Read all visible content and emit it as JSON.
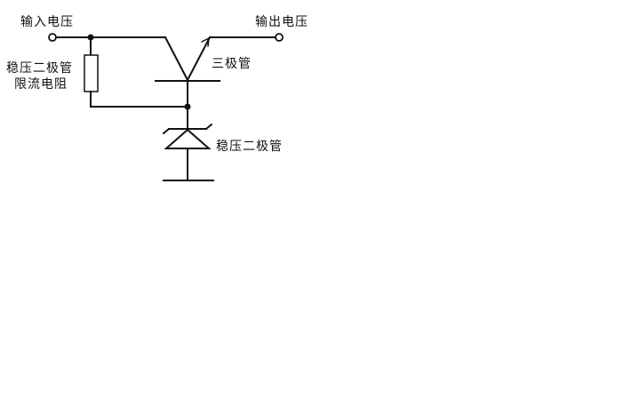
{
  "diagram": {
    "type": "circuit",
    "title": "",
    "colors": {
      "stroke": "#111111",
      "background": "#ffffff"
    },
    "labels": {
      "input_voltage": "输入电压",
      "output_voltage": "输出电压",
      "resistor_line1": "稳压二极管",
      "resistor_line2": "限流电阻",
      "transistor": "三极管",
      "zener": "稳压二极管"
    },
    "components": [
      {
        "id": "input-terminal",
        "kind": "terminal",
        "label": "输入电压"
      },
      {
        "id": "output-terminal",
        "kind": "terminal",
        "label": "输出电压"
      },
      {
        "id": "limit-resistor",
        "kind": "resistor",
        "label": "稳压二极管 限流电阻"
      },
      {
        "id": "transistor",
        "kind": "npn-transistor",
        "label": "三极管"
      },
      {
        "id": "zener-diode",
        "kind": "zener-diode",
        "label": "稳压二极管"
      },
      {
        "id": "ground",
        "kind": "ground",
        "label": ""
      }
    ],
    "connections": [
      [
        "input-terminal",
        "limit-resistor"
      ],
      [
        "input-terminal",
        "transistor.collector"
      ],
      [
        "limit-resistor",
        "transistor.base"
      ],
      [
        "transistor.base",
        "zener-diode.cathode"
      ],
      [
        "zener-diode.anode",
        "ground"
      ],
      [
        "transistor.emitter",
        "output-terminal"
      ]
    ]
  }
}
